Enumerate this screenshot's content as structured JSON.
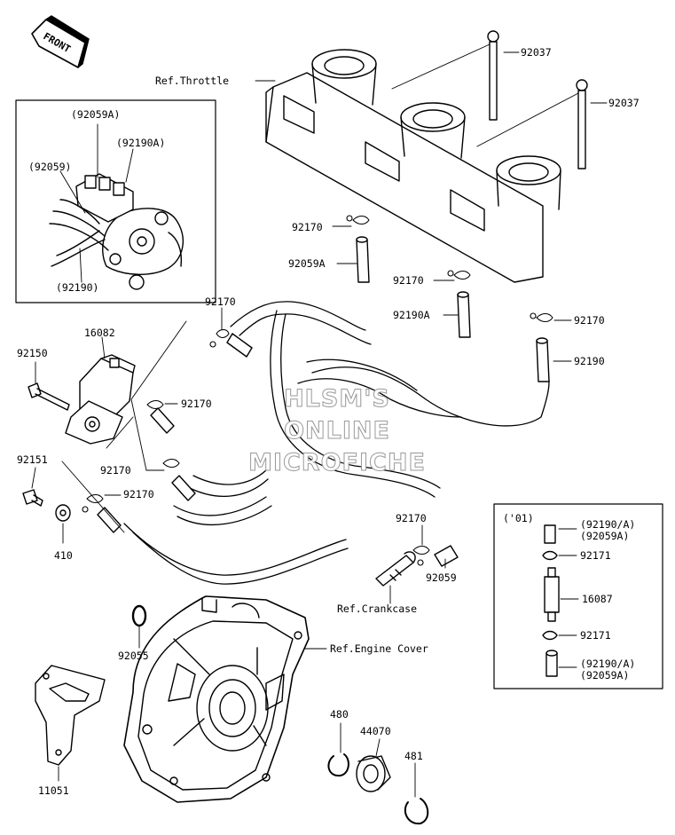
{
  "front_label": "FRONT",
  "labels": {
    "n92037a": "92037",
    "n92037b": "92037",
    "ref_throttle": "Ref.Throttle",
    "inset_92059A": "(92059A)",
    "inset_92190A": "(92190A)",
    "inset_92059": "(92059)",
    "inset_92190": "(92190)",
    "n92170_1": "92170",
    "n92059A": "92059A",
    "n92170_2": "92170",
    "n92190A": "92190A",
    "n92170_3": "92170",
    "n92190": "92190",
    "n92170_4": "92170",
    "n16082": "16082",
    "n92150": "92150",
    "n92170_5": "92170",
    "n92151": "92151",
    "n92170_6": "92170",
    "n92170_7": "92170",
    "n410": "410",
    "n92170_8": "92170",
    "n92059": "92059",
    "ref_crankcase": "Ref.Crankcase",
    "n92055": "92055",
    "ref_engine_cover": "Ref.Engine Cover",
    "n480": "480",
    "n44070": "44070",
    "n481": "481",
    "n11051": "11051"
  },
  "variant_box": {
    "year": "('01)",
    "top_ref_1": "(92190/A)",
    "top_ref_2": "(92059A)",
    "clamp_1": "92171",
    "part": "16087",
    "clamp_2": "92171",
    "bottom_ref_1": "(92190/A)",
    "bottom_ref_2": "(92059A)"
  },
  "watermark": {
    "line1": "HLSM'S",
    "line2": "ONLINE",
    "line3": "MICROFICHE"
  }
}
